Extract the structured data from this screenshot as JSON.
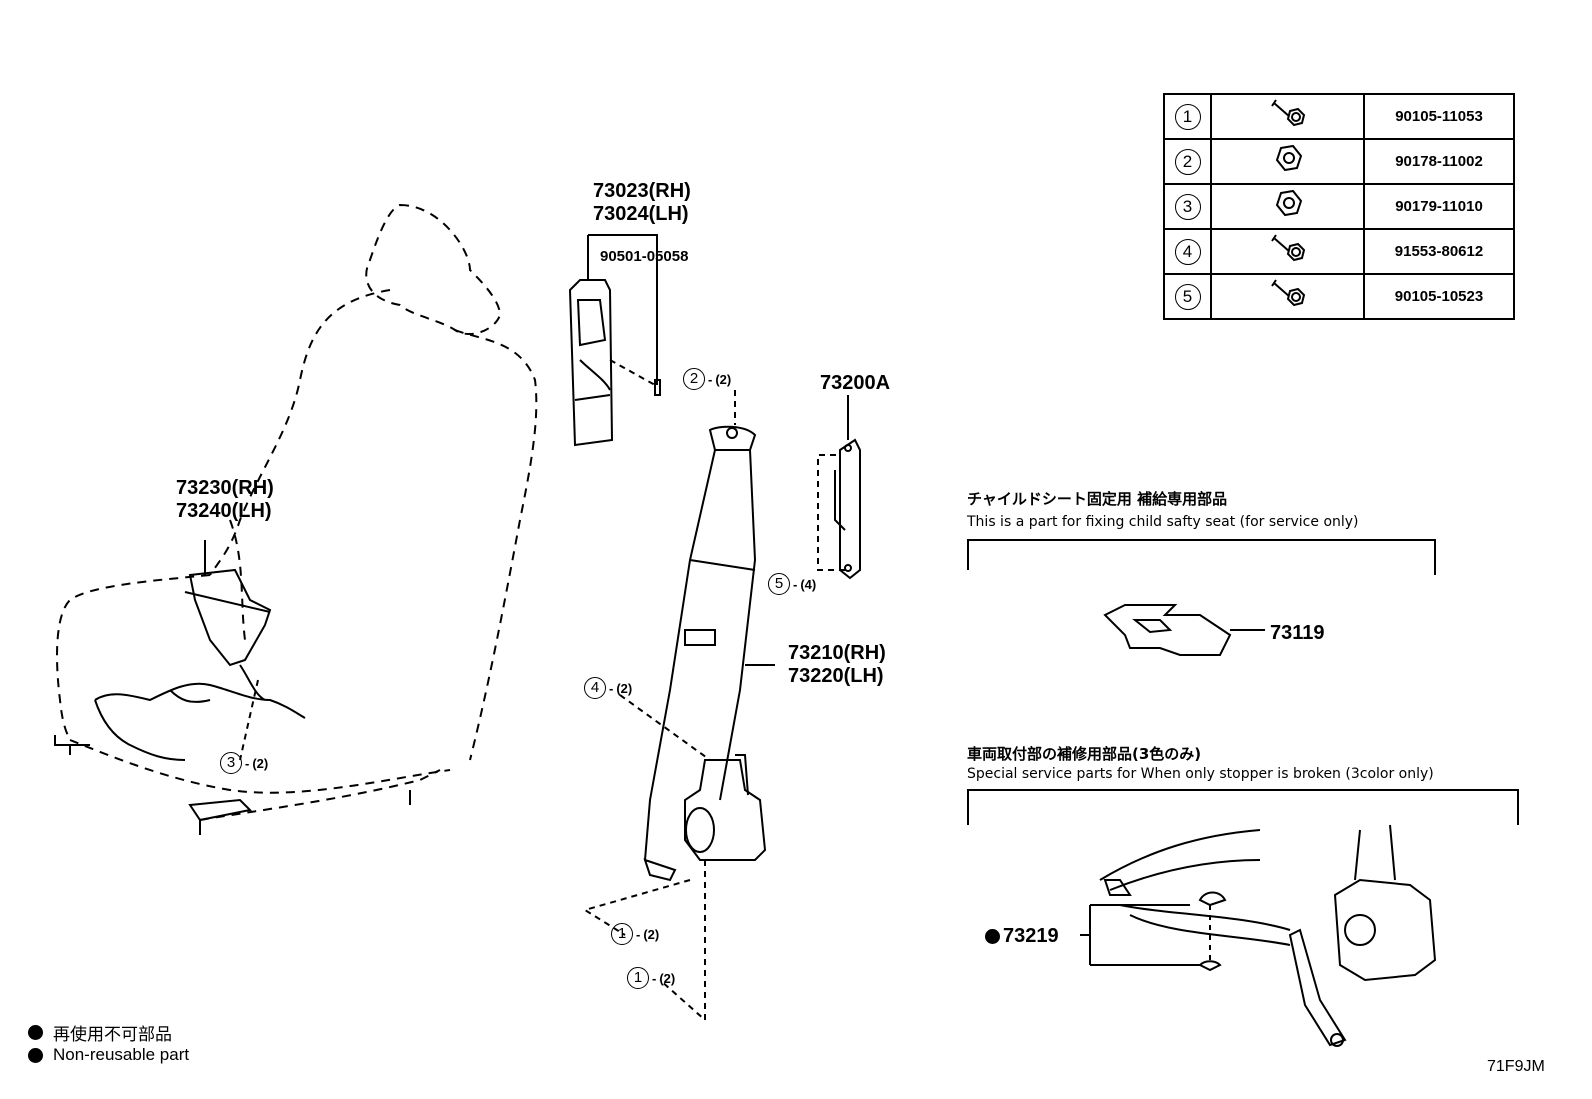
{
  "parts_table": [
    {
      "ref": "1",
      "icon": "bolt-icon",
      "part": "90105-11053"
    },
    {
      "ref": "2",
      "icon": "nut-icon",
      "part": "90178-11002"
    },
    {
      "ref": "3",
      "icon": "nut-icon",
      "part": "90179-11010"
    },
    {
      "ref": "4",
      "icon": "bolt-icon",
      "part": "91553-80612"
    },
    {
      "ref": "5",
      "icon": "bolt-icon",
      "part": "90105-10523"
    }
  ],
  "labels": {
    "cover_rh": "73023(RH)",
    "cover_lh": "73024(LH)",
    "clip": "90501-05058",
    "anchor": "73200A",
    "buckle_rh": "73230(RH)",
    "buckle_lh": "73240(LH)",
    "belt_rh": "73210(RH)",
    "belt_lh": "73220(LH)",
    "child_part": "73119",
    "stopper_part": "73219"
  },
  "callouts": [
    {
      "ref": "2",
      "qty": "(2)"
    },
    {
      "ref": "5",
      "qty": "(4)"
    },
    {
      "ref": "4",
      "qty": "(2)"
    },
    {
      "ref": "3",
      "qty": "(2)"
    },
    {
      "ref": "1",
      "qty": "(2)"
    },
    {
      "ref": "1",
      "qty": "(2)"
    }
  ],
  "child_section": {
    "title_jp": "チャイルドシート固定用 補給専用部品",
    "title_en": "This is a part for fixing child safty seat (for service only)"
  },
  "stopper_section": {
    "title_jp": "車両取付部の補修用部品(3色のみ)",
    "title_en": "Special service parts for When only stopper is broken (3color only)"
  },
  "legend": {
    "jp": "再使用不可部品",
    "en": "Non-reusable part"
  },
  "diagram_code": "71F9JM"
}
